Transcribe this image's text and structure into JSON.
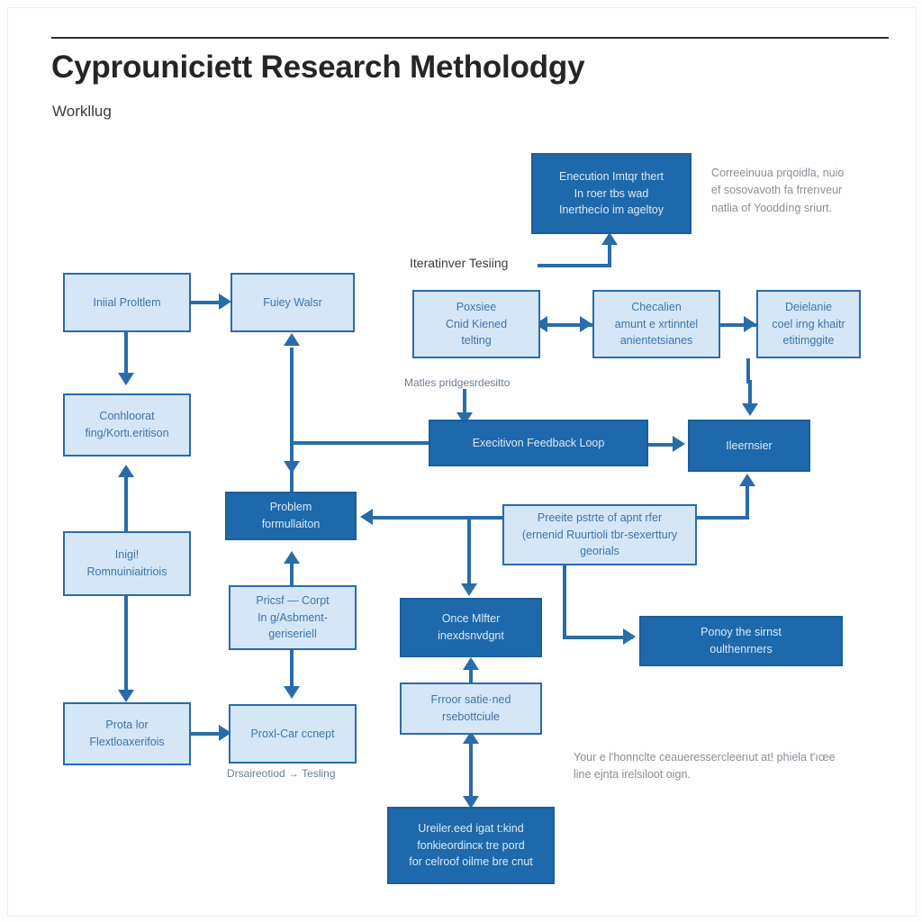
{
  "header": {
    "title": "Cyprouniciett Research Metholodgy",
    "subtitle": "Workllug"
  },
  "colors": {
    "node_light_fill": "#d5e7f7",
    "node_light_text": "#3f74a8",
    "node_dark_fill": "#1d69ab",
    "node_dark_text": "#dceaf7",
    "stroke": "#2a6ca8",
    "title_text": "#252525",
    "note_text": "#8a8f96",
    "background": "#fdfdfd"
  },
  "nodes": {
    "initial_problem": "Iniial Proltlem",
    "fuiey_walsr": "Fuiey Walsr",
    "conhloorat": "Conhloorat\nfing/Kortι.eritison",
    "inigi_formulation": "Inigi!\nRomnuiniaitriois",
    "prota_lor": "Prota lor\nFlextloaxerifois",
    "problem_formulation": "Problem\nformullaiton",
    "pricsf_corpt": "Pricsf — Corpt\nIn g/Asbment-\ngeriseriell",
    "proxl_car_concept": "Proxl-Car ccnept",
    "execution_imtor": "Enecution Imtqr thert\nIn roer tbs wad\nInerthecío im ageltoy",
    "poxsiee_cnd_kiened": "Poxsiee\nCnid Kiened\ntelting",
    "checalien_amunt": "Checalien\namunt e xrtinntel\nanientetsianes",
    "deielarie_cool": "Deielanie\ncoel irng khaitr\netitimggite",
    "execution_feedback_loop": "Execitivon Feedback Loop",
    "ileernsier": "Ileernsier",
    "preeite_pstrte": "Preeite pstrte of apnt rfer\n(ernenid Ruurtioli tbr-sexerttury\ngeorials",
    "once_mlfter": "Once Mlfter\ninexdsnvdgnt",
    "froor_satiened": "Frroor satie·ned\nrsebottciule",
    "ponoy_the_sirnst": "Ponoy the sirnst\noulthenrners",
    "ureiler_eed": "Ureiler.eed igat t:kind\nfonkieordincк tre pord\nfor celroof oilme bre cnut"
  },
  "edge_labels": {
    "iterative_testing": "Iteratinver Tesiing",
    "matles_progress": "Matles pridgesrdesitto",
    "dsaireotiod_testing": "Drsaireotiod → Tesling"
  },
  "notes": {
    "top_right": "Correeinuua prqoidla, nuio\nef sosovavoth fa frrerıveur\nnatlia of Yooddíng sriurt.",
    "bottom_right": "Your e l'honnclte ceaueressercleerıut at! phiela t'ıœe\nline ejnta irelsiloot oign."
  }
}
